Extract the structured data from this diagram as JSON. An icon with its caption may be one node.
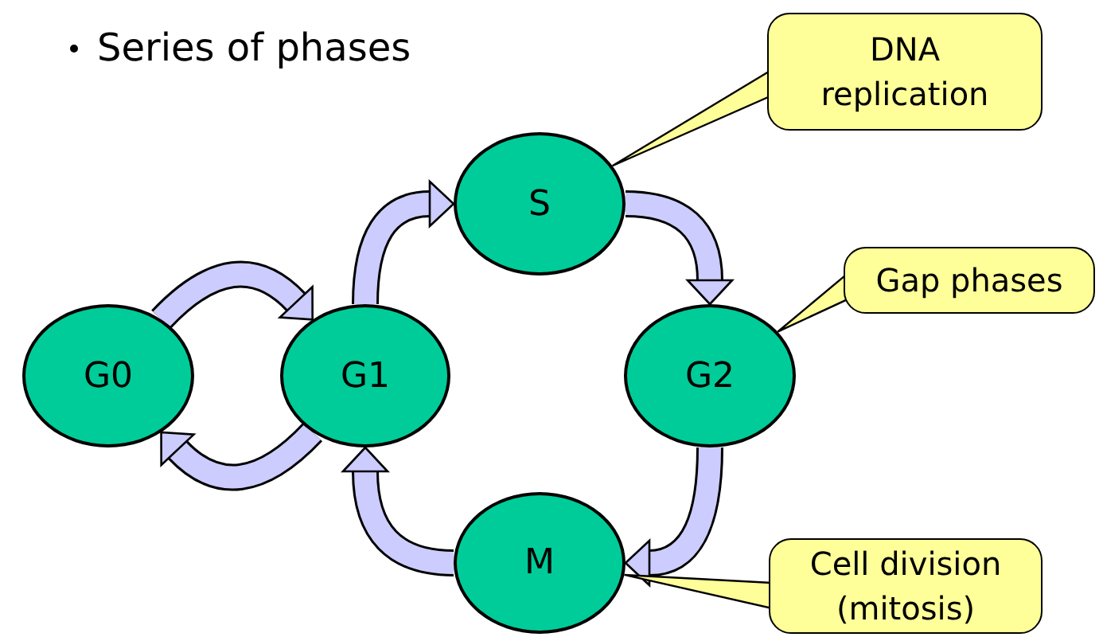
{
  "diagram": {
    "nodes": [
      {
        "text": [
          "DNA replication"
        ]
      },
      {
        "text": [
          "S"
        ]
      },
      {
        "text": [
          "Gap phases"
        ]
      },
      {
        "text": [
          "G0"
        ]
      },
      {
        "text": [
          "G1"
        ]
      },
      {
        "text": [
          "G2"
        ]
      },
      {
        "text": [
          "M"
        ]
      },
      {
        "text": [
          "Cell division (mitosis)"
        ]
      }
    ],
    "edges": [
      {
        "from": 3,
        "to": 4,
        "arrow": "to"
      },
      {
        "from": 4,
        "to": 1,
        "arrow": "to"
      },
      {
        "from": 1,
        "to": 5,
        "arrow": "to"
      },
      {
        "from": 5,
        "to": 6,
        "arrow": "to"
      },
      {
        "from": 6,
        "to": 4,
        "arrow": "to"
      },
      {
        "from": 4,
        "to": 3,
        "arrow": "to"
      },
      {
        "from": 0,
        "to": 1,
        "arrow": "none"
      },
      {
        "from": 2,
        "to": 5,
        "arrow": "none"
      },
      {
        "from": 7,
        "to": 6,
        "arrow": "none"
      }
    ],
    "labels": [
      "Series of phases"
    ]
  }
}
